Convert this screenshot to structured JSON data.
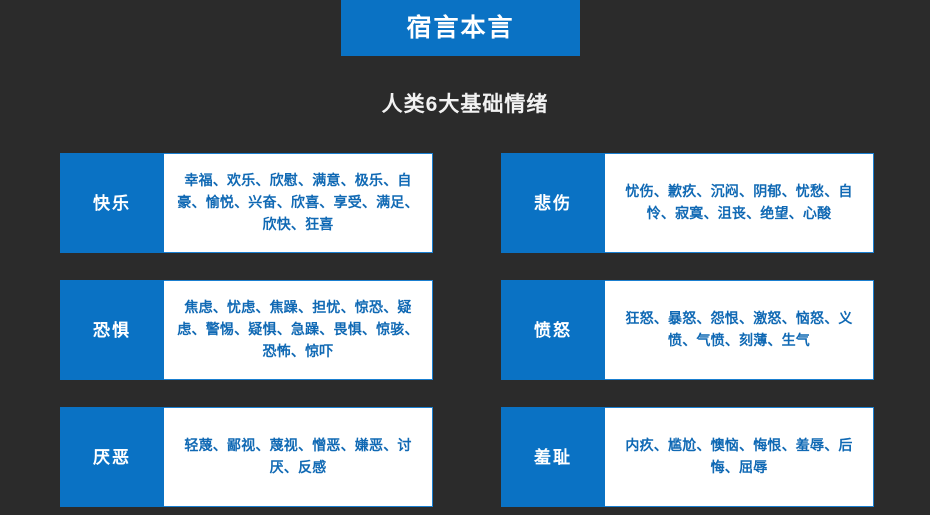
{
  "theme": {
    "background_color": "#2b2b2b",
    "accent_blue": "#0a72c4",
    "body_text_blue": "#1069b4",
    "card_background": "#ffffff",
    "title_text_color": "#ffffff",
    "subtitle_text_color": "#f2f2f2"
  },
  "header": {
    "banner_title": "宿言本言",
    "subtitle": "人类6大基础情绪"
  },
  "cards": [
    {
      "label": "快乐",
      "words": "幸福、欢乐、欣慰、满意、极乐、自豪、愉悦、兴奋、欣喜、享受、满足、欣快、狂喜"
    },
    {
      "label": "悲伤",
      "words": "忧伤、歉疚、沉闷、阴郁、忧愁、自怜、寂寞、沮丧、绝望、心酸"
    },
    {
      "label": "恐惧",
      "words": "焦虑、忧虑、焦躁、担忧、惊恐、疑虑、警惕、疑惧、急躁、畏惧、惊骇、恐怖、惊吓"
    },
    {
      "label": "愤怒",
      "words": "狂怒、暴怒、怨恨、激怒、恼怒、义愤、气愤、刻薄、生气"
    },
    {
      "label": "厌恶",
      "words": "轻蔑、鄙视、蔑视、憎恶、嫌恶、讨厌、反感"
    },
    {
      "label": "羞耻",
      "words": "内疚、尴尬、懊恼、悔恨、羞辱、后悔、屈辱"
    }
  ]
}
